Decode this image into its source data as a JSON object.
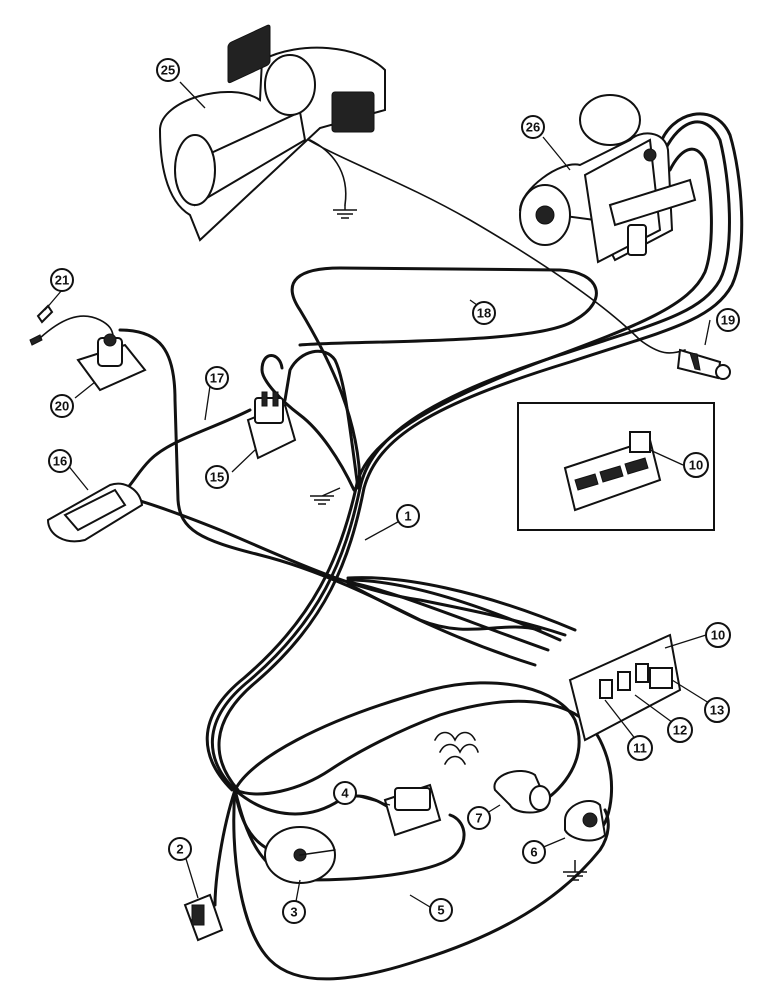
{
  "callouts": [
    {
      "id": "c1",
      "label": "1"
    },
    {
      "id": "c2",
      "label": "2"
    },
    {
      "id": "c3",
      "label": "3"
    },
    {
      "id": "c4",
      "label": "4"
    },
    {
      "id": "c5",
      "label": "5"
    },
    {
      "id": "c6",
      "label": "6"
    },
    {
      "id": "c7",
      "label": "7"
    },
    {
      "id": "c10a",
      "label": "10"
    },
    {
      "id": "c10b",
      "label": "10"
    },
    {
      "id": "c11",
      "label": "11"
    },
    {
      "id": "c12",
      "label": "12"
    },
    {
      "id": "c13",
      "label": "13"
    },
    {
      "id": "c15",
      "label": "15"
    },
    {
      "id": "c16",
      "label": "16"
    },
    {
      "id": "c17",
      "label": "17"
    },
    {
      "id": "c18",
      "label": "18"
    },
    {
      "id": "c19",
      "label": "19"
    },
    {
      "id": "c20",
      "label": "20"
    },
    {
      "id": "c21",
      "label": "21"
    },
    {
      "id": "c25",
      "label": "25"
    },
    {
      "id": "c26",
      "label": "26"
    }
  ]
}
